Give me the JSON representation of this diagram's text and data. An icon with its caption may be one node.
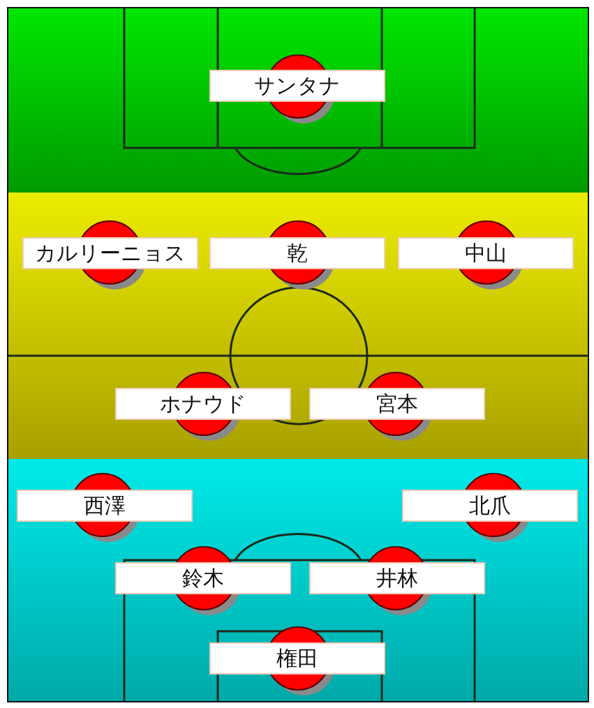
{
  "diagram": {
    "nodes": [
      {
        "text": [],
        "shape": "band"
      },
      {
        "text": [],
        "shape": "band"
      },
      {
        "text": [],
        "shape": "band"
      },
      {
        "text": [
          "サンタナ"
        ],
        "in": 0
      },
      {
        "text": [
          "カルリーニョス"
        ],
        "in": 1
      },
      {
        "text": [
          "乾"
        ],
        "in": 1
      },
      {
        "text": [
          "中山"
        ],
        "in": 1
      },
      {
        "text": [
          "ホナウド"
        ],
        "in": 1
      },
      {
        "text": [
          "宮本"
        ],
        "in": 1
      },
      {
        "text": [
          "西澤"
        ],
        "in": 2
      },
      {
        "text": [
          "北爪"
        ],
        "in": 2
      },
      {
        "text": [
          "鈴木"
        ],
        "in": 2
      },
      {
        "text": [
          "井林"
        ],
        "in": 2
      },
      {
        "text": [
          "権田"
        ],
        "in": 2
      }
    ]
  }
}
